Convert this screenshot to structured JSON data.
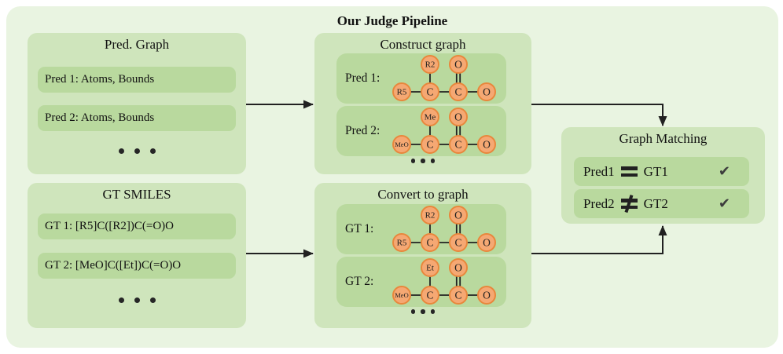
{
  "title": "Our Judge Pipeline",
  "palette": {
    "container-bg": "#e9f4e1",
    "box-bg": "#cfe5bc",
    "row-bg": "#b9d99e",
    "node-fill": "#f5a873",
    "node-stroke": "#e8873c",
    "ink": "#212121",
    "check": "#3d3d3d"
  },
  "pred_graph_box": {
    "title": "Pred. Graph",
    "rows": [
      "Pred 1: Atoms, Bounds",
      "Pred 2: Atoms, Bounds"
    ]
  },
  "gt_smiles_box": {
    "title": "GT SMILES",
    "rows": [
      "GT 1: [R5]C([R2])C(=O)O",
      "GT 2: [MeO]C([Et])C(=O)O"
    ]
  },
  "construct_box": {
    "title": "Construct graph",
    "items": [
      {
        "label": "Pred 1:",
        "molecule": "pred1"
      },
      {
        "label": "Pred 2:",
        "molecule": "pred2"
      }
    ]
  },
  "convert_box": {
    "title": "Convert to graph",
    "items": [
      {
        "label": "GT 1:",
        "molecule": "gt1"
      },
      {
        "label": "GT 2:",
        "molecule": "gt2"
      }
    ]
  },
  "matching_box": {
    "title": "Graph Matching",
    "check_glyph": "✔",
    "rows": [
      {
        "left": "Pred1",
        "op": "equal",
        "right": "GT1",
        "check": true
      },
      {
        "left": "Pred2",
        "op": "not-equal",
        "right": "GT2",
        "check": true
      }
    ]
  },
  "molecules": {
    "pred1": {
      "atoms": [
        "R5",
        "C",
        "C",
        "O",
        "R2",
        "O"
      ],
      "bonds": [
        [
          0,
          1,
          1
        ],
        [
          1,
          2,
          1
        ],
        [
          2,
          3,
          1
        ],
        [
          4,
          1,
          1
        ],
        [
          5,
          2,
          2
        ]
      ]
    },
    "pred2": {
      "atoms": [
        "MeO",
        "C",
        "C",
        "O",
        "Me",
        "O"
      ],
      "bonds": [
        [
          0,
          1,
          1
        ],
        [
          1,
          2,
          1
        ],
        [
          2,
          3,
          1
        ],
        [
          4,
          1,
          1
        ],
        [
          5,
          2,
          2
        ]
      ]
    },
    "gt1": {
      "atoms": [
        "R5",
        "C",
        "C",
        "O",
        "R2",
        "O"
      ],
      "bonds": [
        [
          0,
          1,
          1
        ],
        [
          1,
          2,
          1
        ],
        [
          2,
          3,
          1
        ],
        [
          4,
          1,
          1
        ],
        [
          5,
          2,
          2
        ]
      ]
    },
    "gt2": {
      "atoms": [
        "MeO",
        "C",
        "C",
        "O",
        "Et",
        "O"
      ],
      "bonds": [
        [
          0,
          1,
          1
        ],
        [
          1,
          2,
          1
        ],
        [
          2,
          3,
          1
        ],
        [
          4,
          1,
          1
        ],
        [
          5,
          2,
          2
        ]
      ]
    }
  }
}
